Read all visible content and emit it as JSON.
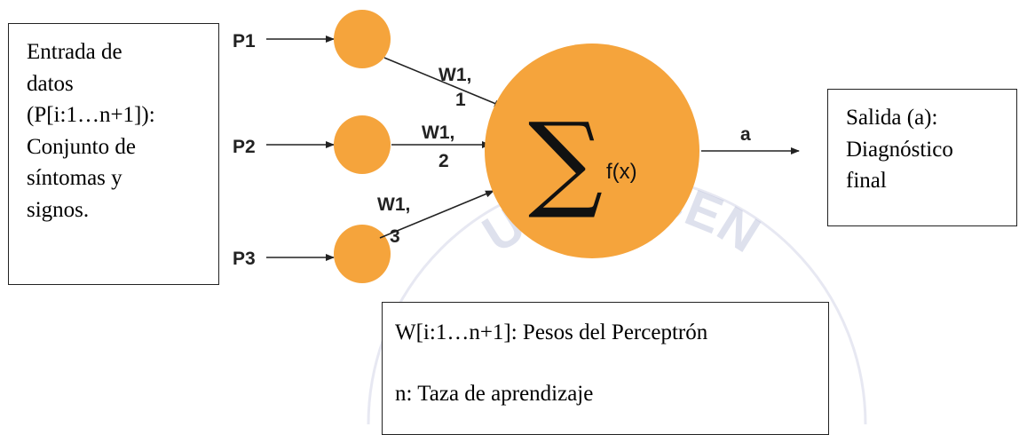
{
  "input_box": {
    "lines": [
      "Entrada de",
      "datos",
      "(P[i:1…n+1]):",
      "Conjunto de",
      "síntomas y",
      "signos."
    ]
  },
  "inputs": [
    "P1",
    "P2",
    "P3"
  ],
  "weights": [
    {
      "top": "W1,",
      "bottom": "1"
    },
    {
      "top": "W1,",
      "bottom": "2"
    },
    {
      "top": "W1,",
      "bottom": "3"
    }
  ],
  "neuron": {
    "sigma": "∑",
    "function": "f(x)"
  },
  "output_label": "a",
  "output_box": {
    "lines": [
      "Salida (a):",
      "Diagnóstico",
      "final"
    ]
  },
  "weights_box": {
    "lines": [
      "W[i:1…n+1]: Pesos del Perceptrón",
      "n: Taza de aprendizaje"
    ]
  },
  "watermark": {
    "text": "UR PACEN"
  },
  "colors": {
    "node_fill": "#f5a43c",
    "line": "#222222",
    "watermark": "#b7bdd9"
  }
}
